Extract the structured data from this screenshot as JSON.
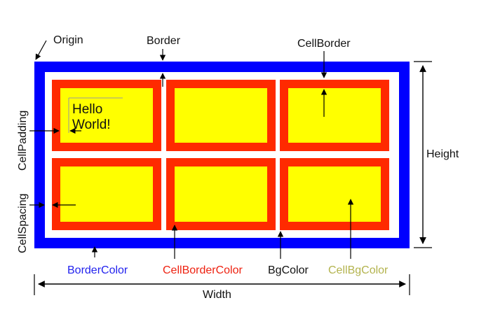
{
  "labels": {
    "origin": "Origin",
    "border": "Border",
    "cell_border": "CellBorder",
    "height": "Height",
    "cell_padding": "CellPadding",
    "cell_spacing": "CellSpacing",
    "border_color": "BorderColor",
    "cell_border_color": "CellBorderColor",
    "bg_color": "BgColor",
    "cell_bg_color": "CellBgColor",
    "width": "Width"
  },
  "cell_text": {
    "line1": "Hello",
    "line2": "World!"
  },
  "colors": {
    "border": "#0000ff",
    "cell_border": "#ff2a00",
    "cell_bg": "#ffff00",
    "table_bg": "#ffffff",
    "arrow": "#000000",
    "border_color_label": "#2222ee",
    "cell_border_color_label": "#ee2211",
    "bg_color_label": "#111111",
    "cell_bg_color_label": "#b3b34d"
  },
  "grid": {
    "rows": 2,
    "columns": 3
  }
}
